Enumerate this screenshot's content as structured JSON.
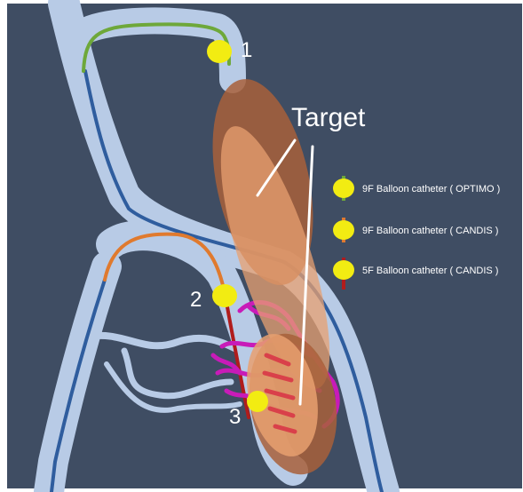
{
  "labels": {
    "balloon_1": "1",
    "balloon_2": "2",
    "balloon_3": "3",
    "target": "Target"
  },
  "legend": [
    {
      "label": "9F Balloon catheter ( OPTIMO )",
      "line_color": "#6ea83a"
    },
    {
      "label": "9F Balloon catheter ( CANDIS )",
      "line_color": "#e07a2e"
    },
    {
      "label": "5F Balloon catheter ( CANDIS )",
      "line_color": "#b01c1c"
    }
  ],
  "colors": {
    "background": "#3f4d63",
    "vessel": "#b8cbe6",
    "vessel_line": "#2f5d9e",
    "balloon": "#f2ec12",
    "target": "#e8a070",
    "target_dark": "#a8603a",
    "lesion": "#c81bb8"
  },
  "icons": [
    "balloon-icon",
    "catheter-line-icon"
  ]
}
